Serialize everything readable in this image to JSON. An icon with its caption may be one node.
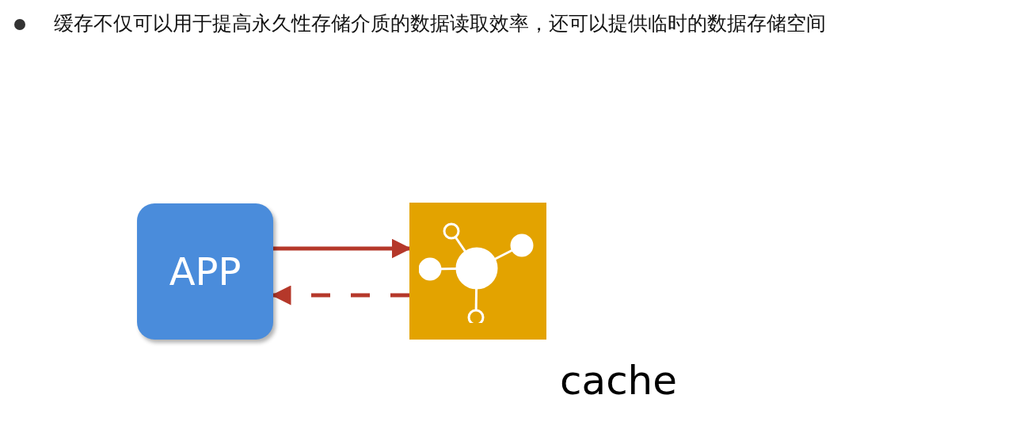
{
  "diagram": {
    "nodes": [
      {
        "text": [
          "APP"
        ]
      },
      {
        "text": [],
        "shape": "box",
        "beside": [
          "cache"
        ]
      }
    ],
    "edges": [
      {
        "from": 0,
        "to": 1,
        "arrow": "to"
      },
      {
        "from": 1,
        "to": 0,
        "arrow": "to",
        "style": "dashed"
      }
    ],
    "labels": [
      "缓存不仅可以用于提高永久性存储介质的数据读取效率，还可以提供临时的数据存储空间"
    ]
  }
}
